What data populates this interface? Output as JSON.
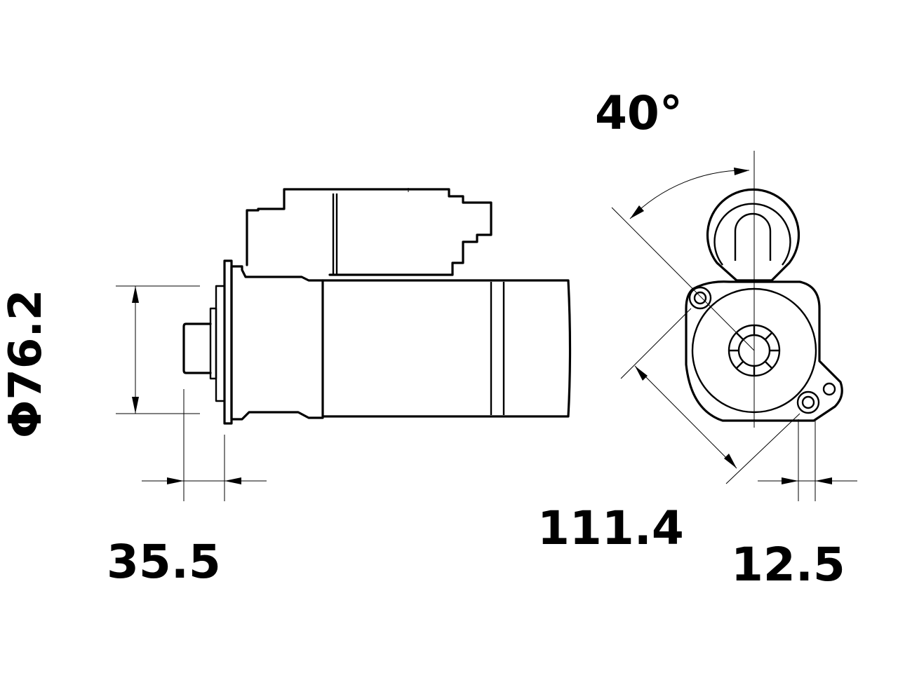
{
  "dimensions": {
    "diameter": "Φ76.2",
    "flange_offset": "35.5",
    "angle": "40°",
    "bolt_distance": "111.4",
    "bolt_offset": "12.5"
  }
}
